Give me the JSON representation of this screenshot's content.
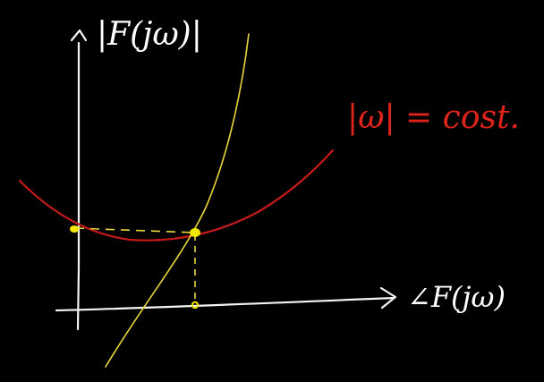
{
  "labels": {
    "y_axis": "|F(jω)|",
    "x_axis": "∠F(jω)",
    "curve": "|ω| = cost."
  },
  "colors": {
    "background": "#000000",
    "axes": "#ffffff",
    "curve_red": "#c41a1a",
    "curve_yellow": "#e8d63a",
    "marker_yellow": "#f2e600"
  }
}
